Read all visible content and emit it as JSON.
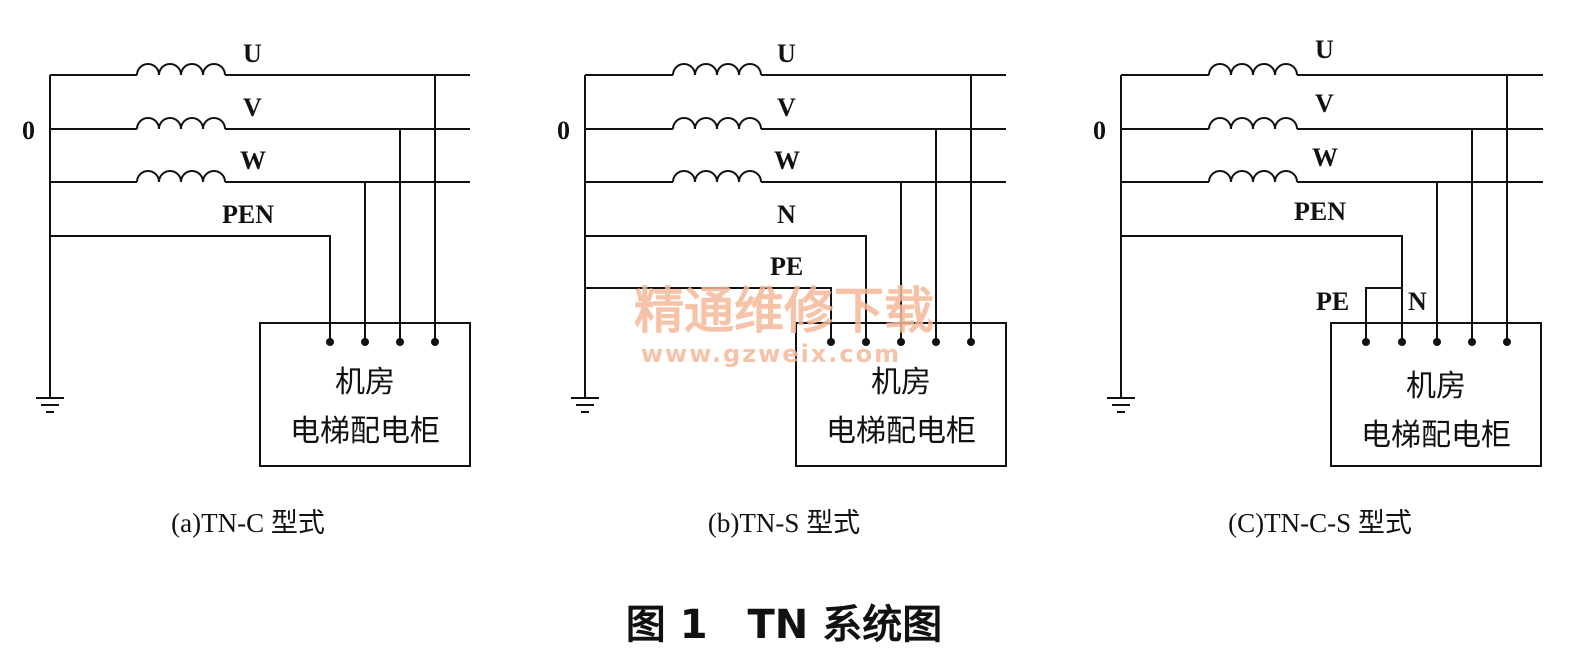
{
  "diagrams": [
    {
      "id": "a",
      "caption": "(a)TN-C 型式",
      "origin_label": "0",
      "phases": [
        "U",
        "V",
        "W"
      ],
      "conductors": [
        "PEN"
      ],
      "cabinet": {
        "line1": "机房",
        "line2": "电梯配电柜"
      }
    },
    {
      "id": "b",
      "caption": "(b)TN-S 型式",
      "origin_label": "0",
      "phases": [
        "U",
        "V",
        "W"
      ],
      "conductors": [
        "N",
        "PE"
      ],
      "cabinet": {
        "line1": "机房",
        "line2": "电梯配电柜"
      }
    },
    {
      "id": "c",
      "caption": "(C)TN-C-S 型式",
      "origin_label": "0",
      "phases": [
        "U",
        "V",
        "W"
      ],
      "conductors": [
        "PEN"
      ],
      "split_labels": [
        "PE",
        "N"
      ],
      "cabinet": {
        "line1": "机房",
        "line2": "电梯配电柜"
      }
    }
  ],
  "figure_title": "图 1　TN 系统图",
  "watermark": {
    "line1": "精通维修下载",
    "line2": "www.gzweix.com",
    "color": "#f5b89a"
  }
}
